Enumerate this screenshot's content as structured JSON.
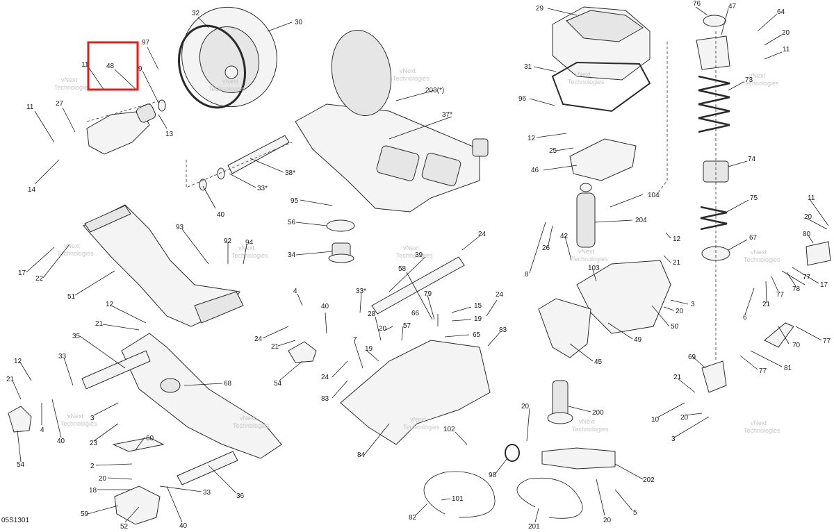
{
  "diagram_code": "05S1301",
  "highlight_color": "#e01e1e",
  "watermark_text": [
    "vNext",
    "Technologies"
  ],
  "callouts": [
    {
      "id": "c1",
      "text": "48"
    },
    {
      "id": "c2",
      "text": "11"
    },
    {
      "id": "c3",
      "text": "97"
    },
    {
      "id": "c4",
      "text": "9"
    },
    {
      "id": "c5",
      "text": "32"
    },
    {
      "id": "c6",
      "text": "30"
    },
    {
      "id": "c7",
      "text": "11"
    },
    {
      "id": "c8",
      "text": "27"
    },
    {
      "id": "c9",
      "text": "13"
    },
    {
      "id": "c10",
      "text": "14"
    },
    {
      "id": "c11",
      "text": "203(*)"
    },
    {
      "id": "c12",
      "text": "37*"
    },
    {
      "id": "c13",
      "text": "38*"
    },
    {
      "id": "c14",
      "text": "33*"
    },
    {
      "id": "c15",
      "text": "40"
    },
    {
      "id": "c16",
      "text": "95"
    },
    {
      "id": "c17",
      "text": "56"
    },
    {
      "id": "c18",
      "text": "34"
    },
    {
      "id": "c19",
      "text": "93"
    },
    {
      "id": "c20",
      "text": "92"
    },
    {
      "id": "c21",
      "text": "94"
    },
    {
      "id": "c22",
      "text": "17"
    },
    {
      "id": "c23",
      "text": "22"
    },
    {
      "id": "c24",
      "text": "51"
    },
    {
      "id": "c25",
      "text": "12"
    },
    {
      "id": "c26",
      "text": "21"
    },
    {
      "id": "c27",
      "text": "35"
    },
    {
      "id": "c28",
      "text": "33"
    },
    {
      "id": "c29",
      "text": "12"
    },
    {
      "id": "c30",
      "text": "21"
    },
    {
      "id": "c31",
      "text": "4"
    },
    {
      "id": "c32",
      "text": "40"
    },
    {
      "id": "c33",
      "text": "3"
    },
    {
      "id": "c34",
      "text": "23"
    },
    {
      "id": "c35",
      "text": "60"
    },
    {
      "id": "c36",
      "text": "2"
    },
    {
      "id": "c37",
      "text": "20"
    },
    {
      "id": "c38",
      "text": "18"
    },
    {
      "id": "c39",
      "text": "59"
    },
    {
      "id": "c40",
      "text": "52"
    },
    {
      "id": "c41",
      "text": "40"
    },
    {
      "id": "c42",
      "text": "33"
    },
    {
      "id": "c43",
      "text": "36"
    },
    {
      "id": "c44",
      "text": "68"
    },
    {
      "id": "c45",
      "text": "54"
    },
    {
      "id": "c46",
      "text": "4"
    },
    {
      "id": "c47",
      "text": "40"
    },
    {
      "id": "c48",
      "text": "33*"
    },
    {
      "id": "c49",
      "text": "24"
    },
    {
      "id": "c50",
      "text": "21"
    },
    {
      "id": "c51",
      "text": "54"
    },
    {
      "id": "c52",
      "text": "24"
    },
    {
      "id": "c53",
      "text": "83"
    },
    {
      "id": "c54",
      "text": "7"
    },
    {
      "id": "c55",
      "text": "19"
    },
    {
      "id": "c56",
      "text": "28"
    },
    {
      "id": "c57",
      "text": "20"
    },
    {
      "id": "c58",
      "text": "57"
    },
    {
      "id": "c59",
      "text": "58"
    },
    {
      "id": "c60",
      "text": "39"
    },
    {
      "id": "c61",
      "text": "24"
    },
    {
      "id": "c62",
      "text": "79"
    },
    {
      "id": "c63",
      "text": "66"
    },
    {
      "id": "c64",
      "text": "15"
    },
    {
      "id": "c65",
      "text": "19"
    },
    {
      "id": "c66",
      "text": "65"
    },
    {
      "id": "c67",
      "text": "24"
    },
    {
      "id": "c68",
      "text": "83"
    },
    {
      "id": "c69",
      "text": "84"
    },
    {
      "id": "c70",
      "text": "102"
    },
    {
      "id": "c71",
      "text": "98"
    },
    {
      "id": "c72",
      "text": "101"
    },
    {
      "id": "c73",
      "text": "82"
    },
    {
      "id": "c74",
      "text": "29"
    },
    {
      "id": "c75",
      "text": "31"
    },
    {
      "id": "c76",
      "text": "96"
    },
    {
      "id": "c77",
      "text": "12"
    },
    {
      "id": "c78",
      "text": "25"
    },
    {
      "id": "c79",
      "text": "46"
    },
    {
      "id": "c80",
      "text": "104"
    },
    {
      "id": "c81",
      "text": "204"
    },
    {
      "id": "c82",
      "text": "8"
    },
    {
      "id": "c83",
      "text": "26"
    },
    {
      "id": "c84",
      "text": "42"
    },
    {
      "id": "c85",
      "text": "103"
    },
    {
      "id": "c86",
      "text": "12"
    },
    {
      "id": "c87",
      "text": "21"
    },
    {
      "id": "c88",
      "text": "3"
    },
    {
      "id": "c89",
      "text": "20"
    },
    {
      "id": "c90",
      "text": "50"
    },
    {
      "id": "c91",
      "text": "49"
    },
    {
      "id": "c92",
      "text": "45"
    },
    {
      "id": "c93",
      "text": "200"
    },
    {
      "id": "c94",
      "text": "20"
    },
    {
      "id": "c95",
      "text": "202"
    },
    {
      "id": "c96",
      "text": "201"
    },
    {
      "id": "c97",
      "text": "20"
    },
    {
      "id": "c98",
      "text": "5"
    },
    {
      "id": "c99",
      "text": "76"
    },
    {
      "id": "c100",
      "text": "47"
    },
    {
      "id": "c101",
      "text": "64"
    },
    {
      "id": "c102",
      "text": "20"
    },
    {
      "id": "c103",
      "text": "11"
    },
    {
      "id": "c104",
      "text": "73"
    },
    {
      "id": "c105",
      "text": "74"
    },
    {
      "id": "c106",
      "text": "75"
    },
    {
      "id": "c107",
      "text": "67"
    },
    {
      "id": "c108",
      "text": "11"
    },
    {
      "id": "c109",
      "text": "20"
    },
    {
      "id": "c110",
      "text": "80"
    },
    {
      "id": "c111",
      "text": "17"
    },
    {
      "id": "c112",
      "text": "77"
    },
    {
      "id": "c113",
      "text": "78"
    },
    {
      "id": "c114",
      "text": "21"
    },
    {
      "id": "c115",
      "text": "77"
    },
    {
      "id": "c116",
      "text": "6"
    },
    {
      "id": "c117",
      "text": "70"
    },
    {
      "id": "c118",
      "text": "77"
    },
    {
      "id": "c119",
      "text": "81"
    },
    {
      "id": "c120",
      "text": "77"
    },
    {
      "id": "c121",
      "text": "69"
    },
    {
      "id": "c122",
      "text": "21"
    },
    {
      "id": "c123",
      "text": "10"
    },
    {
      "id": "c124",
      "text": "20"
    },
    {
      "id": "c125",
      "text": "3"
    }
  ]
}
